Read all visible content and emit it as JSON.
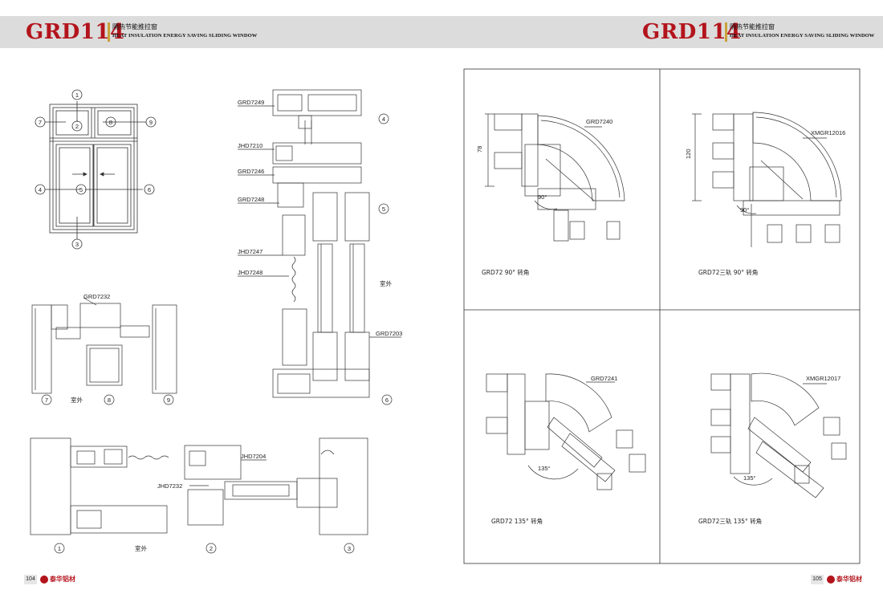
{
  "left_header": {
    "model": "GRD114",
    "title_cn": "隔热节能推拉窗",
    "title_en": "HEAT INSULATION ENERGY SAVING SLIDING WINDOW"
  },
  "right_header": {
    "model": "GRD114",
    "title_cn": "隔热节能推拉窗",
    "title_en": "HEAT INSULATION ENERGY SAVING SLIDING WINDOW"
  },
  "left_page": {
    "page_number": "104",
    "brand": "泰华铝材",
    "elevation_markers": [
      "1",
      "2",
      "3",
      "4",
      "5",
      "6",
      "7",
      "8",
      "9"
    ],
    "section_labels": [
      "GRD7249",
      "JHD7210",
      "GRD7246",
      "GRD7248",
      "JHD7247",
      "JHD7248",
      "GRD7203"
    ],
    "detail_label": "GRD7232",
    "bottom_labels": [
      "JHD7204",
      "JHD7232"
    ],
    "outdoor": "室外",
    "section_markers_right": [
      "4",
      "5",
      "6"
    ],
    "section_markers_bottom": [
      "7",
      "8",
      "9"
    ],
    "section_markers_plan": [
      "1",
      "2",
      "3"
    ]
  },
  "right_page": {
    "page_number": "105",
    "brand": "泰华铝材",
    "panels": [
      {
        "profile": "GRD7240",
        "dimension": "78",
        "angle": "90°",
        "caption": "GRD72 90° 转角"
      },
      {
        "profile": "XMGR12016",
        "dimension": "120",
        "angle": "90°",
        "caption": "GRD72三轨 90° 转角"
      },
      {
        "profile": "GRD7241",
        "dimension": "",
        "angle": "135°",
        "caption": "GRD72 135° 转角"
      },
      {
        "profile": "XMGR12017",
        "dimension": "",
        "angle": "135°",
        "caption": "GRD72三轨 135° 转角"
      }
    ]
  }
}
